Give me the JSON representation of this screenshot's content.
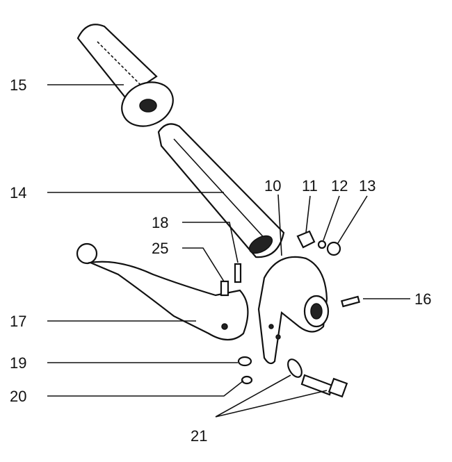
{
  "diagram": {
    "labels": {
      "p15": "15",
      "p14": "14",
      "p10": "10",
      "p11": "11",
      "p12": "12",
      "p13": "13",
      "p18": "18",
      "p25": "25",
      "p16": "16",
      "p17": "17",
      "p19": "19",
      "p20": "20",
      "p21": "21"
    }
  }
}
